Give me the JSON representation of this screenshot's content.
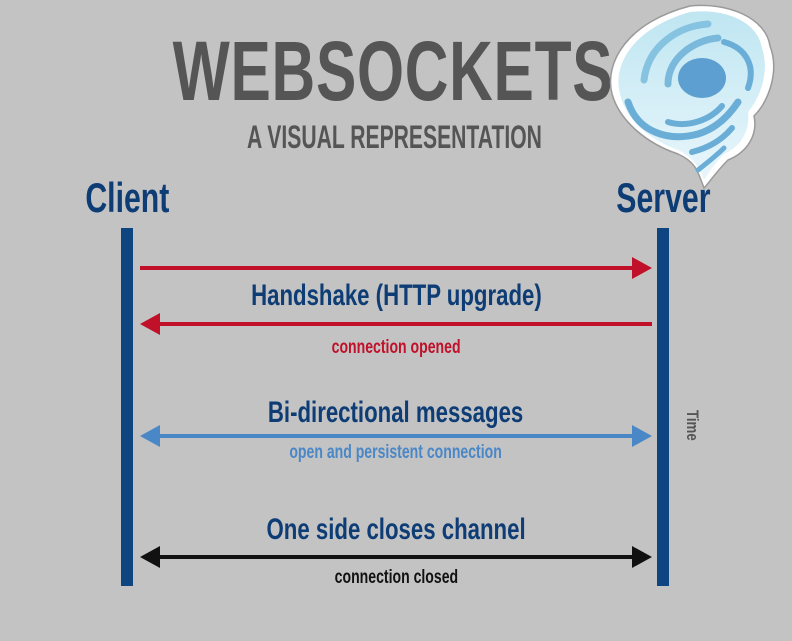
{
  "title": "WEBSOCKETS",
  "subtitle": "A VISUAL REPRESENTATION",
  "logo": {
    "icon": "tornado-swirl-icon",
    "colors": [
      "#e8f6fb",
      "#7fbfe0",
      "#5a9fd0"
    ]
  },
  "actors": {
    "client": "Client",
    "server": "Server"
  },
  "axis": {
    "time_label": "Time"
  },
  "messages": [
    {
      "id": "handshake-request",
      "direction": "client-to-server",
      "color": "#c0102a"
    },
    {
      "id": "handshake-response",
      "direction": "server-to-client",
      "color": "#c0102a"
    },
    {
      "id": "bidirectional",
      "direction": "both",
      "color": "#4a87c7"
    },
    {
      "id": "close",
      "direction": "both",
      "color": "#111111"
    }
  ],
  "phases": {
    "handshake": {
      "title": "Handshake (HTTP upgrade)",
      "note": "connection opened"
    },
    "messaging": {
      "title": "Bi-directional messages",
      "note": "open and persistent connection"
    },
    "closing": {
      "title": "One side closes channel",
      "note": "connection closed"
    }
  },
  "colors": {
    "background": "#c3c3c3",
    "heading": "#555555",
    "actor": "#0e3d76",
    "lifeline": "#0e447f",
    "handshake": "#c0102a",
    "bidirectional": "#4a87c7",
    "close": "#111111"
  }
}
